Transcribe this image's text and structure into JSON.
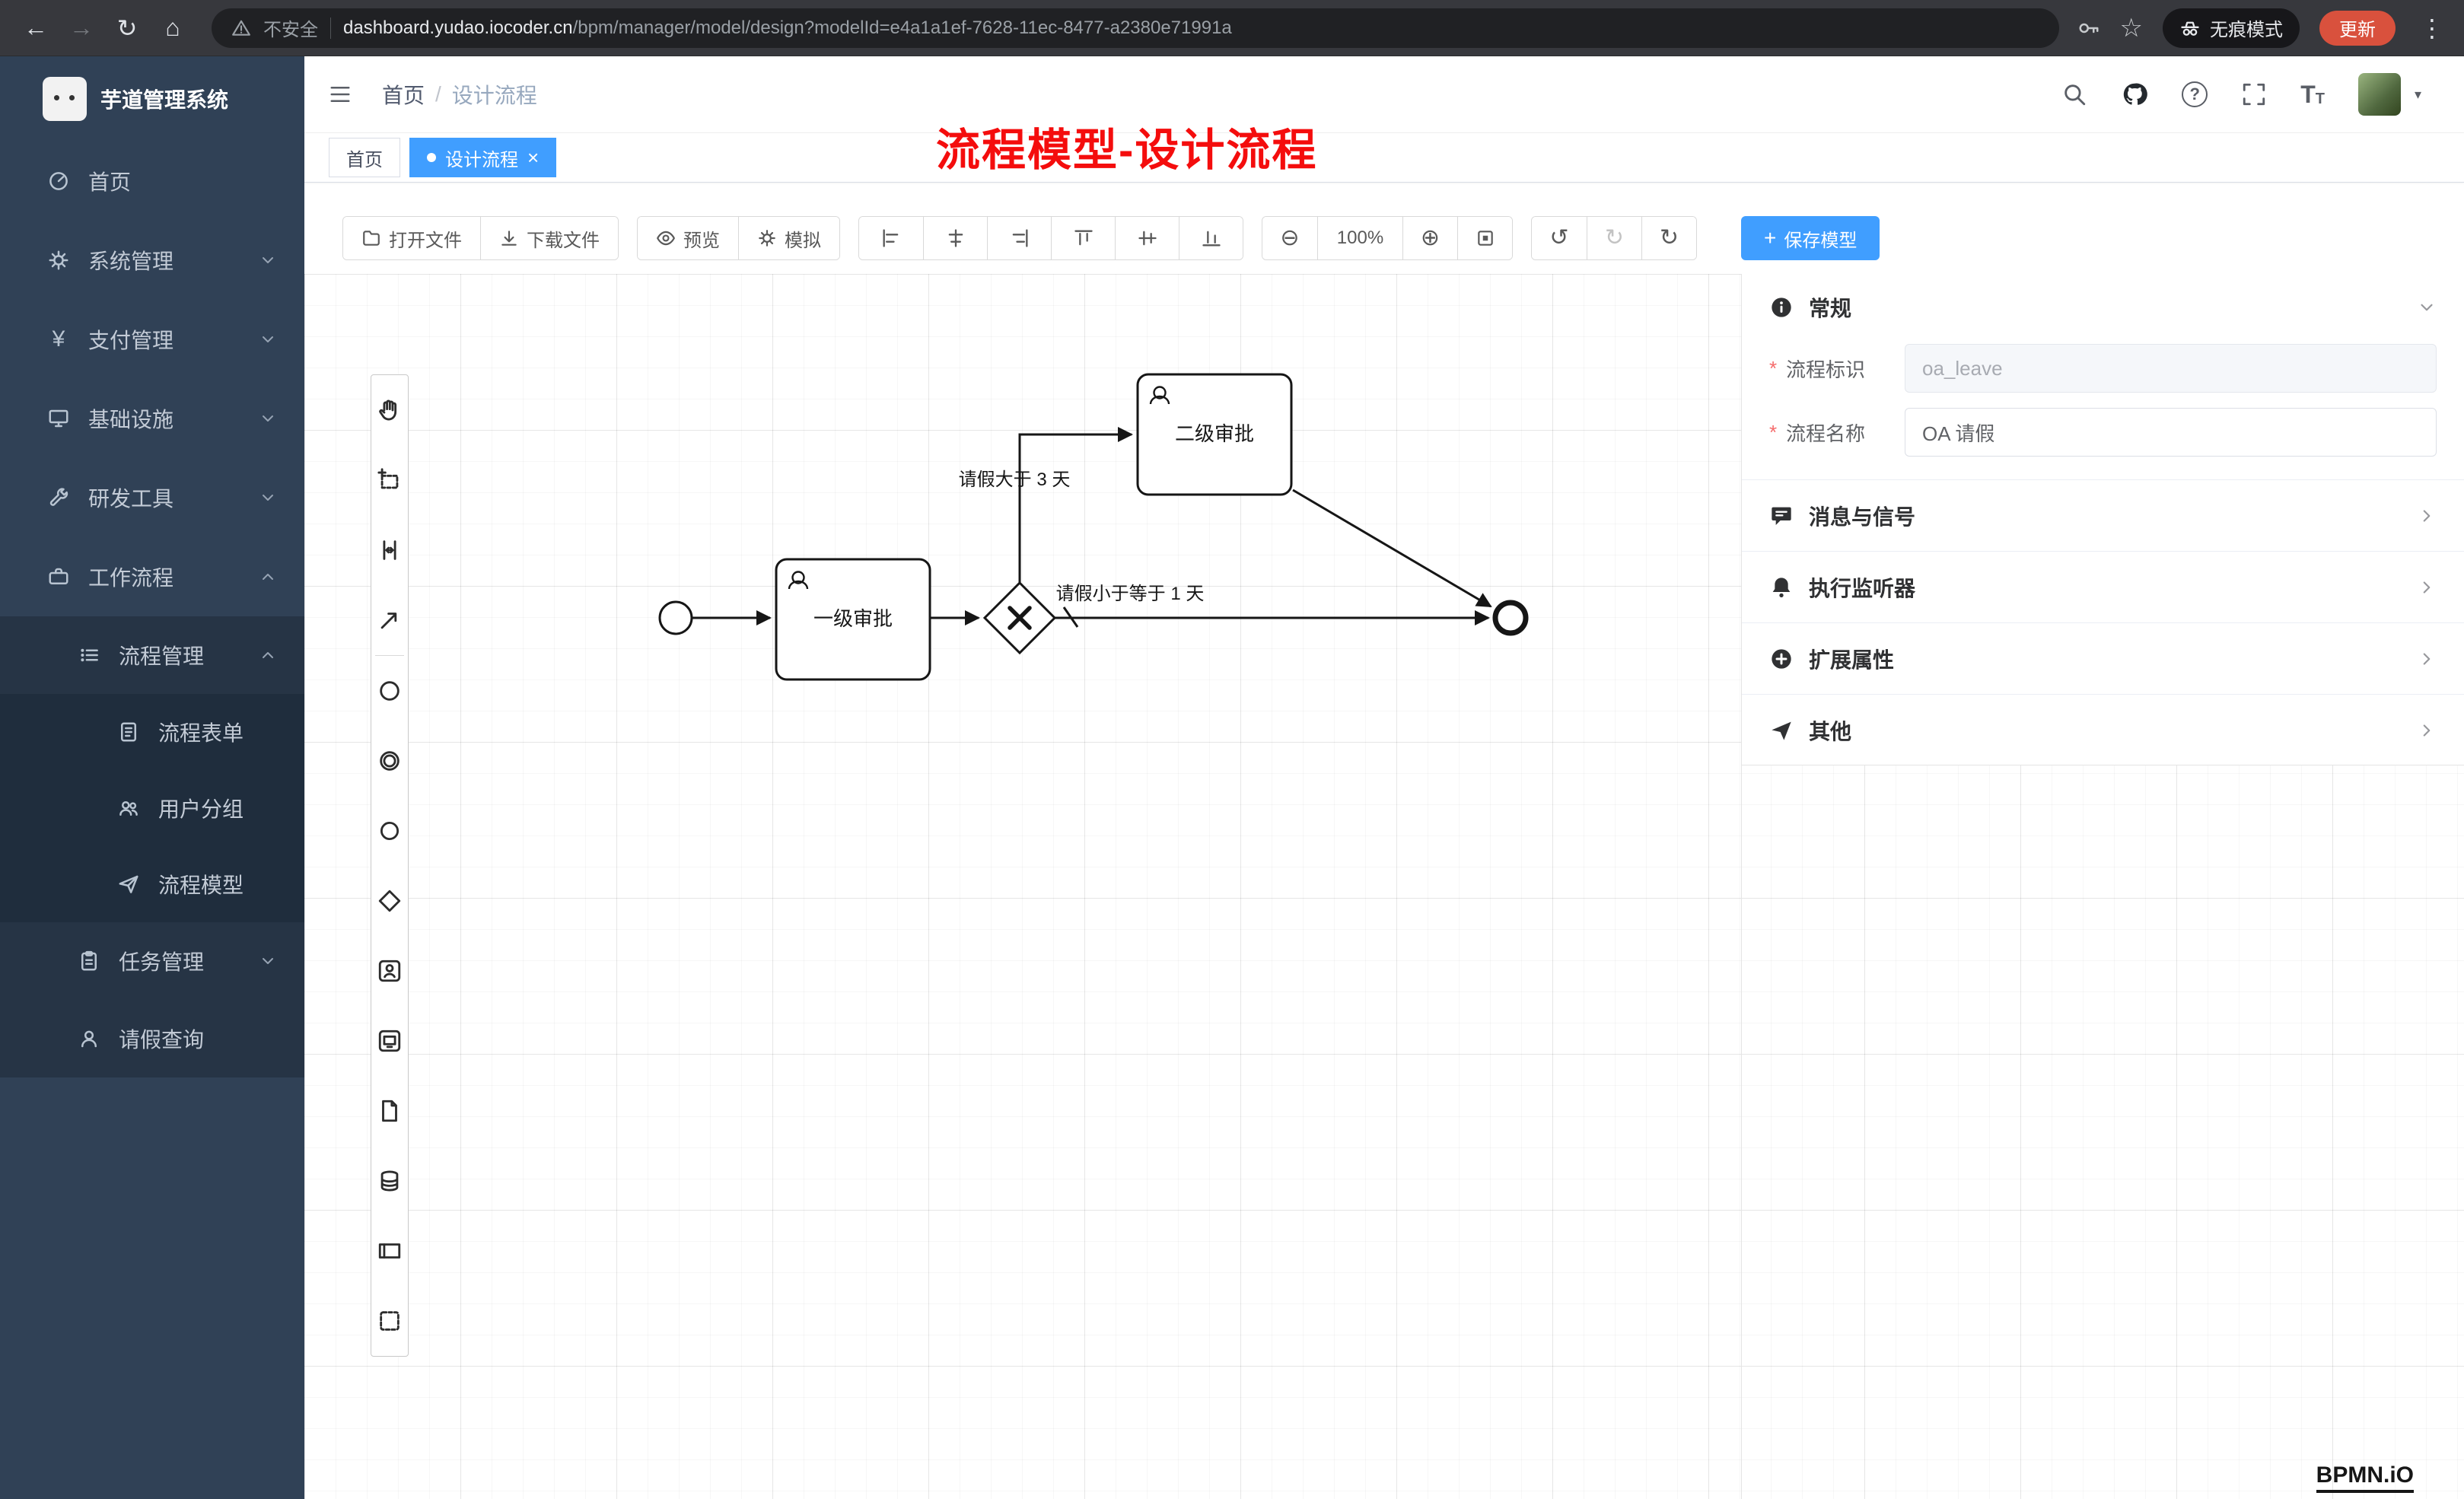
{
  "browser": {
    "security_label": "不安全",
    "url_domain": "dashboard.yudao.iocoder.cn",
    "url_path": "/bpm/manager/model/design?modelId=e4a1a1ef-7628-11ec-8477-a2380e71991a",
    "incognito_label": "无痕模式",
    "update_label": "更新"
  },
  "sidebar": {
    "title": "芋道管理系统",
    "items": [
      {
        "label": "首页"
      },
      {
        "label": "系统管理"
      },
      {
        "label": "支付管理"
      },
      {
        "label": "基础设施"
      },
      {
        "label": "研发工具"
      },
      {
        "label": "工作流程"
      },
      {
        "label": "流程管理"
      },
      {
        "label": "流程表单"
      },
      {
        "label": "用户分组"
      },
      {
        "label": "流程模型"
      },
      {
        "label": "任务管理"
      },
      {
        "label": "请假查询"
      }
    ]
  },
  "header": {
    "breadcrumb_home": "首页",
    "breadcrumb_sep": "/",
    "breadcrumb_current": "设计流程"
  },
  "tabs": {
    "home": "首页",
    "active": "设计流程"
  },
  "annotation": "流程模型-设计流程",
  "toolbar": {
    "open_file": "打开文件",
    "download_file": "下载文件",
    "preview": "预览",
    "simulate": "模拟",
    "zoom_level": "100%",
    "save_model": "保存模型"
  },
  "diagram": {
    "task1": "一级审批",
    "task2": "二级审批",
    "flow_condition_gt": "请假大于 3 天",
    "flow_condition_le": "请假小于等于 1 天"
  },
  "properties": {
    "general": {
      "title": "常规",
      "field_key_label": "流程标识",
      "field_key_value": "oa_leave",
      "field_name_label": "流程名称",
      "field_name_value": "OA 请假"
    },
    "sections": [
      {
        "label": "消息与信号"
      },
      {
        "label": "执行监听器"
      },
      {
        "label": "扩展属性"
      },
      {
        "label": "其他"
      }
    ]
  },
  "watermark": "BPMN.iO"
}
